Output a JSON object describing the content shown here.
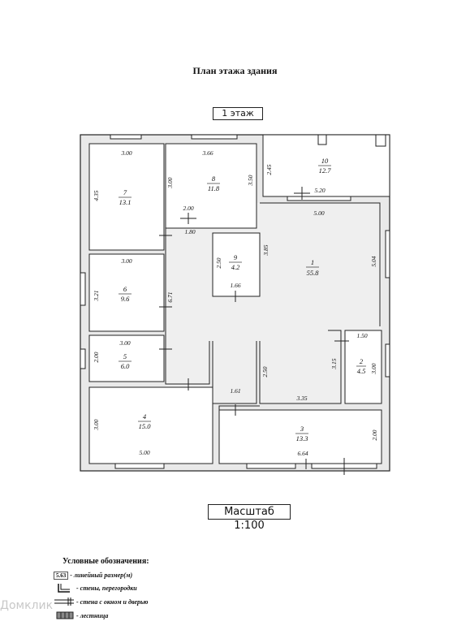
{
  "title": "План этажа здания",
  "floor_label": "1 этаж",
  "scale_label": "Масштаб 1:100",
  "rooms": [
    {
      "num": "1",
      "area": "55.8"
    },
    {
      "num": "2",
      "area": "4.5"
    },
    {
      "num": "3",
      "area": "13.3"
    },
    {
      "num": "4",
      "area": "15.0"
    },
    {
      "num": "5",
      "area": "6.0"
    },
    {
      "num": "6",
      "area": "9.6"
    },
    {
      "num": "7",
      "area": "13.1"
    },
    {
      "num": "8",
      "area": "11.8"
    },
    {
      "num": "9",
      "area": "4.2"
    },
    {
      "num": "10",
      "area": "12.7"
    }
  ],
  "dimensions": [
    "3.00",
    "4.35",
    "3.66",
    "3.00",
    "3.50",
    "2.45",
    "5.20",
    "2.00",
    "1.80",
    "5.00",
    "3.00",
    "3.21",
    "2.50",
    "1.66",
    "6.71",
    "3.85",
    "5.04",
    "3.00",
    "2.00",
    "1.50",
    "3.15",
    "3.00",
    "2.50",
    "1.61",
    "3.35",
    "3.00",
    "5.00",
    "2.00",
    "6.64"
  ],
  "legend": {
    "title": "Условные обозначения:",
    "sample": "5.63",
    "items": [
      "- линейный размер(м)",
      "- стены, перегородки",
      "- стена с окном и дверью",
      "- лестница"
    ]
  },
  "watermark": "Домклик"
}
